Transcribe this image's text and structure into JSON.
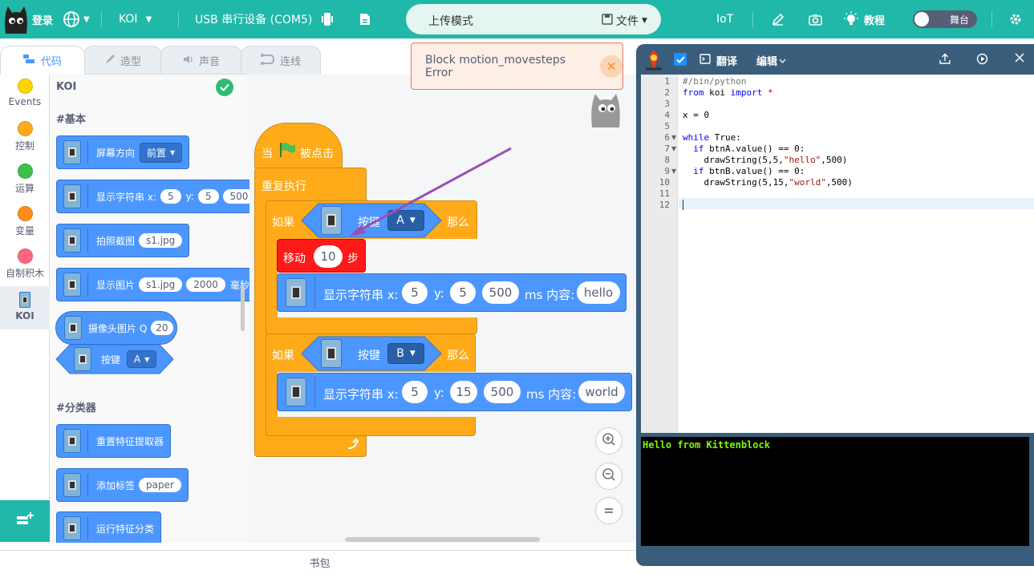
{
  "topbar": {
    "login": "登录",
    "device": "KOI",
    "serial": "USB 串行设备 (COM5)",
    "mode": "上传模式",
    "file": "文件",
    "iot": "IoT",
    "tutorial": "教程",
    "stage": "舞台",
    "bg_color": "#1fb8a9"
  },
  "tabs": [
    {
      "label": "代码",
      "icon": "code-icon"
    },
    {
      "label": "造型",
      "icon": "brush-icon"
    },
    {
      "label": "声音",
      "icon": "speaker-icon"
    },
    {
      "label": "连线",
      "icon": "wire-icon"
    }
  ],
  "categories": [
    {
      "label": "Events",
      "color": "#ffd500"
    },
    {
      "label": "控制",
      "color": "#ffab19"
    },
    {
      "label": "运算",
      "color": "#40bf4a"
    },
    {
      "label": "变量",
      "color": "#ff8c1a"
    },
    {
      "label": "自制积木",
      "color": "#ff6680"
    },
    {
      "label": "KOI",
      "color": "#4c97ff"
    }
  ],
  "palette": {
    "title": "KOI",
    "section_basic": "#基本",
    "section_classifier": "#分类器",
    "blocks": {
      "screen_dir": "屏幕方向",
      "screen_dir_val": "前置",
      "show_string": "显示字符串 x:",
      "show_string_x": "5",
      "show_string_y_label": "y:",
      "show_string_y": "5",
      "show_string_ms": "500",
      "snapshot": "拍照截图",
      "snapshot_val": "s1.jpg",
      "show_image": "显示图片",
      "show_image_val": "s1.jpg",
      "show_image_ms": "2000",
      "show_image_unit": "毫秒",
      "camera_image": "摄像头图片 Q",
      "camera_image_val": "20",
      "button": "按键",
      "button_val": "A",
      "reset_feature": "重置特征提取器",
      "add_tag": "添加标签",
      "add_tag_val": "paper",
      "run_classifier": "运行特征分类"
    }
  },
  "workspace": {
    "when": "当",
    "clicked": "被点击",
    "forever": "重复执行",
    "if": "如果",
    "then": "那么",
    "button": "按键",
    "btn_a": "A",
    "btn_b": "B",
    "move": "移动",
    "move_val": "10",
    "steps": "步",
    "show_string": "显示字符串 x:",
    "y_label": "y:",
    "ms_content": "ms 内容:",
    "row1": {
      "x": "5",
      "y": "5",
      "ms": "500",
      "text": "hello"
    },
    "row2": {
      "x": "5",
      "y": "15",
      "ms": "500",
      "text": "world"
    }
  },
  "toast": {
    "message": "Block motion_movesteps Error"
  },
  "backpack": "书包",
  "editor": {
    "translate": "翻译",
    "edit": "编辑",
    "lines": [
      "1",
      "2",
      "3",
      "4",
      "5",
      "6",
      "7",
      "8",
      "9",
      "10",
      "11",
      "12"
    ],
    "code": {
      "l1": "#/bin/python",
      "l2a": "from",
      "l2b": " koi ",
      "l2c": "import",
      "l2d": " *",
      "l4": "x = 0",
      "l6a": "while",
      "l6b": " True:",
      "l7a": "  if",
      "l7b": " btnA.value() == 0:",
      "l8a": "    drawString(5,5,",
      "l8b": "\"hello\"",
      "l8c": ",500)",
      "l9a": "  if",
      "l9b": " btnB.value() == 0:",
      "l10a": "    drawString(5,15,",
      "l10b": "\"world\"",
      "l10c": ",500)"
    },
    "console": "Hello from Kittenblock"
  }
}
